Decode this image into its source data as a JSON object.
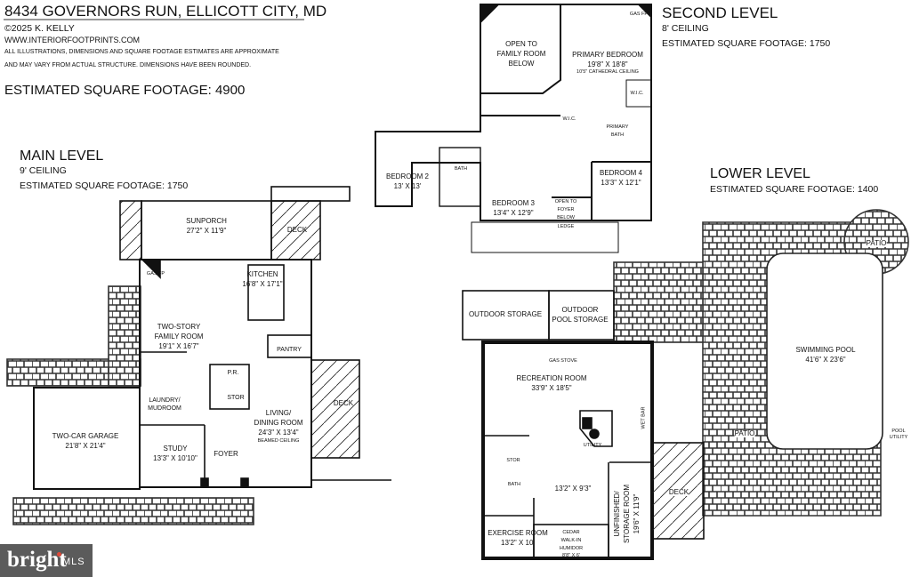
{
  "header": {
    "address": "8434 GOVERNORS RUN, ELLICOTT CITY, MD",
    "copyright": "©2025 K. KELLY",
    "website": "WWW.INTERIORFOOTPRINTS.COM",
    "disclaimer_1": "ALL ILLUSTRATIONS, DIMENSIONS AND SQUARE FOOTAGE ESTIMATES ARE APPROXIMATE",
    "disclaimer_2": "AND MAY VARY FROM ACTUAL STRUCTURE. DIMENSIONS HAVE BEEN ROUNDED.",
    "total_sqft": "ESTIMATED SQUARE FOOTAGE: 4900"
  },
  "main_level": {
    "title": "MAIN LEVEL",
    "ceiling": "9' CEILING",
    "sqft": "ESTIMATED SQUARE FOOTAGE: 1750",
    "rooms": {
      "sunporch": "SUNPORCH",
      "sunporch_dim": "27'2\" X 11'9\"",
      "deck_top": "DECK",
      "kitchen": "KITCHEN",
      "kitchen_dim": "16'8\" X 17'1\"",
      "family_1": "TWO-STORY",
      "family_2": "FAMILY ROOM",
      "family_dim": "19'1\" X 16'7\"",
      "pantry": "PANTRY",
      "pr": "P.R.",
      "stor": "STOR",
      "laundry_1": "LAUNDRY/",
      "laundry_2": "MUDROOM",
      "living_1": "LIVING/",
      "living_2": "DINING ROOM",
      "living_dim": "24'3\" X 13'4\"",
      "living_note": "BEAMED CEILING",
      "deck_right": "DECK",
      "garage": "TWO-CAR GARAGE",
      "garage_dim": "21'8\" X 21'4\"",
      "study": "STUDY",
      "study_dim": "13'3\" X 10'10\"",
      "foyer": "FOYER",
      "gas_fp": "GAS FP"
    }
  },
  "second_level": {
    "title": "SECOND LEVEL",
    "ceiling": "8' CEILING",
    "sqft": "ESTIMATED SQUARE FOOTAGE: 1750",
    "rooms": {
      "open_1": "OPEN TO",
      "open_2": "FAMILY ROOM",
      "open_3": "BELOW",
      "primary": "PRIMARY BEDROOM",
      "primary_dim": "19'8\" X 18'8\"",
      "primary_note": "10'5\" CATHEDRAL CEILING",
      "wic_1": "W.I.C.",
      "wic_2": "W.I.C.",
      "pbath_1": "PRIMARY",
      "pbath_2": "BATH",
      "bed2": "BEDROOM 2",
      "bed2_dim": "13' X 13'",
      "bath": "BATH",
      "bed3": "BEDROOM 3",
      "bed3_dim": "13'4\" X 12'9\"",
      "foyer_1": "OPEN TO",
      "foyer_2": "FOYER",
      "foyer_3": "BELOW",
      "bed4": "BEDROOM 4",
      "bed4_dim": "13'3\" X 12'1\"",
      "ledge": "LEDGE",
      "gas_fp": "GAS FP"
    }
  },
  "lower_level": {
    "title": "LOWER LEVEL",
    "sqft": "ESTIMATED SQUARE FOOTAGE: 1400",
    "rooms": {
      "outdoor_storage": "OUTDOOR STORAGE",
      "pool_storage_1": "OUTDOOR",
      "pool_storage_2": "POOL STORAGE",
      "gas_stove": "GAS STOVE",
      "rec": "RECREATION ROOM",
      "rec_dim": "33'9\" X 18'5\"",
      "wet_bar": "WET BAR",
      "utility": "UTILITY",
      "stor": "STOR",
      "bath": "BATH",
      "unlabeled_dim": "13'2\" X 9'3\"",
      "unfinished_1": "UNFINISHED/",
      "unfinished_2": "STORAGE ROOM",
      "unfinished_dim": "19'6\" X 11'9\"",
      "deck": "DECK",
      "exercise": "EXERCISE ROOM",
      "exercise_dim": "13'2\" X 10'",
      "cedar_1": "CEDAR",
      "cedar_2": "WALK-IN",
      "cedar_3": "HUMIDOR",
      "cedar_dim": "8'8\" X 6'",
      "pool": "SWIMMING POOL",
      "pool_dim": "41'6\" X 23'6\"",
      "patio_1": "PATIO",
      "patio_2": "PATIO",
      "pool_util_1": "POOL",
      "pool_util_2": "UTILITY"
    }
  },
  "logo": {
    "brand": "bright",
    "suffix": "MLS"
  },
  "colors": {
    "wall": "#111111",
    "paving": "#444444",
    "logo_bg": "#5b5b5b",
    "logo_dot": "#e04a3a"
  }
}
